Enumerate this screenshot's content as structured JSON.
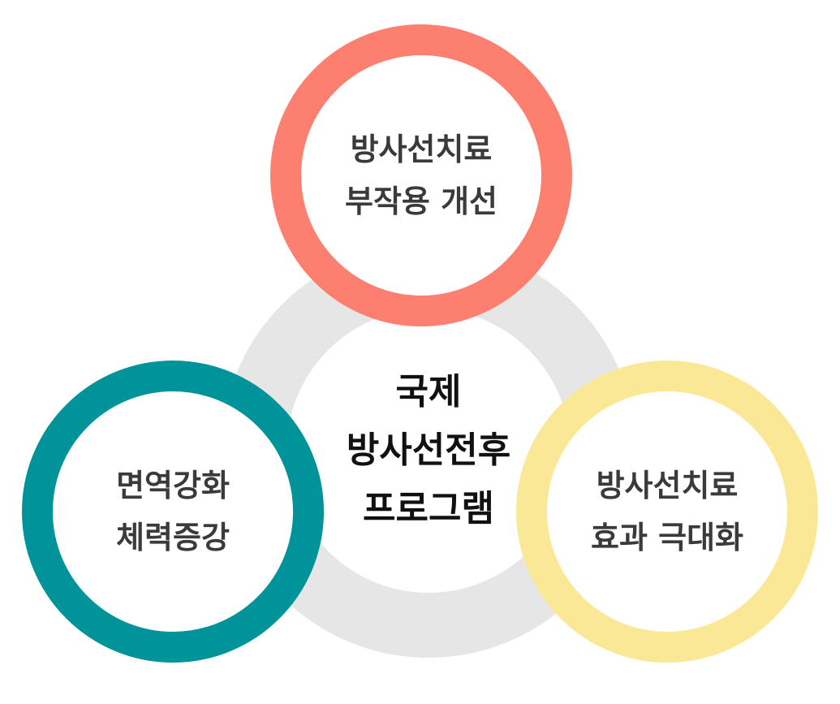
{
  "center": {
    "lines": [
      "국제",
      "방사선전후",
      "프로그램"
    ],
    "ring_color": "#e6e6e6"
  },
  "top": {
    "lines": [
      "방사선치료",
      "부작용 개선"
    ],
    "ring_color": "#fd7f70"
  },
  "left": {
    "lines": [
      "면역강화",
      "체력증강"
    ],
    "ring_color": "#009399"
  },
  "right": {
    "lines": [
      "방사선치료",
      "효과 극대화"
    ],
    "ring_color": "#fbe897"
  }
}
